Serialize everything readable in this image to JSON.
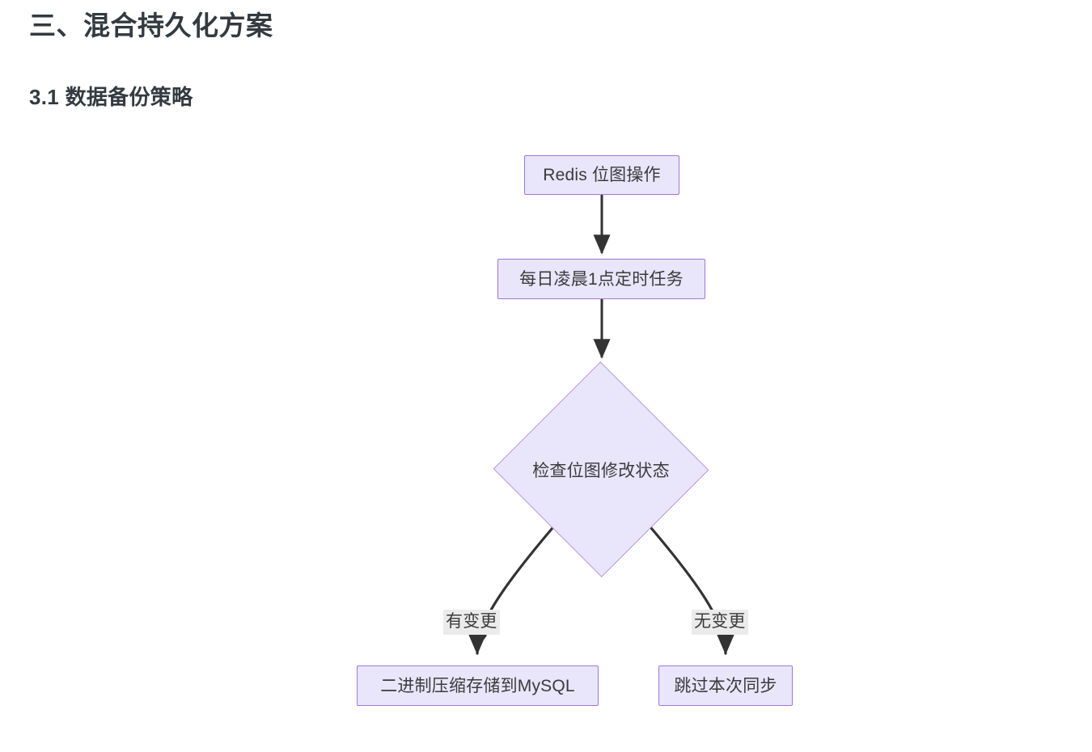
{
  "document": {
    "heading": "三、混合持久化方案",
    "subheading": "3.1 数据备份策略"
  },
  "flowchart": {
    "type": "flowchart",
    "direction": "top-down",
    "theme": {
      "node_fill": "#e9e5fa",
      "node_border": "#9f78d6",
      "edge_color": "#333333",
      "edge_label_bg": "#ebebeb",
      "text_color": "#3b3b3b",
      "background": "#ffffff"
    },
    "nodes": [
      {
        "id": "start",
        "label": "Redis 位图操作",
        "shape": "rect"
      },
      {
        "id": "cron",
        "label": "每日凌晨1点定时任务",
        "shape": "rect"
      },
      {
        "id": "decision",
        "label": "检查位图修改状态",
        "shape": "diamond"
      },
      {
        "id": "store",
        "label": "二进制压缩存储到MySQL",
        "shape": "rect"
      },
      {
        "id": "skip",
        "label": "跳过本次同步",
        "shape": "rect"
      }
    ],
    "edges": [
      {
        "from": "start",
        "to": "cron",
        "label": ""
      },
      {
        "from": "cron",
        "to": "decision",
        "label": ""
      },
      {
        "from": "decision",
        "to": "store",
        "label": "有变更"
      },
      {
        "from": "decision",
        "to": "skip",
        "label": "无变更"
      }
    ],
    "edge_labels": {
      "yes": "有变更",
      "no": "无变更"
    }
  }
}
